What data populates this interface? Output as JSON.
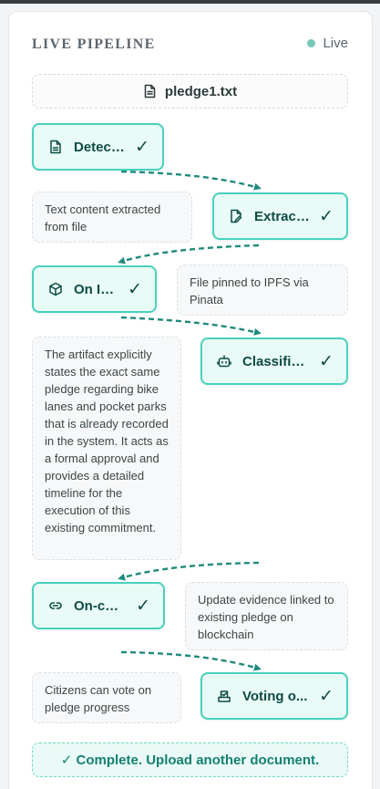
{
  "header": {
    "title": "LIVE PIPELINE",
    "live_label": "Live"
  },
  "file": {
    "name": "pledge1.txt",
    "icon": "file-text-icon"
  },
  "steps": [
    {
      "label": "Detected",
      "icon": "file-text-icon",
      "status": "✓"
    },
    {
      "label": "Extracted",
      "icon": "file-edit-icon",
      "status": "✓"
    },
    {
      "label": "On IPFS",
      "icon": "cube-icon",
      "status": "✓"
    },
    {
      "label": "Classifie...",
      "icon": "robot-icon",
      "status": "✓"
    },
    {
      "label": "On-chain",
      "icon": "link-icon",
      "status": "✓"
    },
    {
      "label": "Voting o...",
      "icon": "vote-box-icon",
      "status": "✓"
    }
  ],
  "notes": [
    "Text content extracted from file",
    "File pinned to IPFS via Pinata",
    "The artifact explicitly states the exact same pledge regarding bike lanes and pocket parks that is already recorded in the system. It acts as a formal approval and provides a detailed timeline for the execution of this existing commitment.",
    "Update evidence linked to existing pledge on blockchain",
    "Citizens can vote on pledge progress"
  ],
  "complete_label": "✓ Complete. Upload another document.",
  "colors": {
    "accent": "#49d1bd",
    "accent_dark": "#0f4a44",
    "arrow": "#1f8a7c",
    "step_bg": "#e9fbf7",
    "live_dot": "#76c9b8"
  }
}
